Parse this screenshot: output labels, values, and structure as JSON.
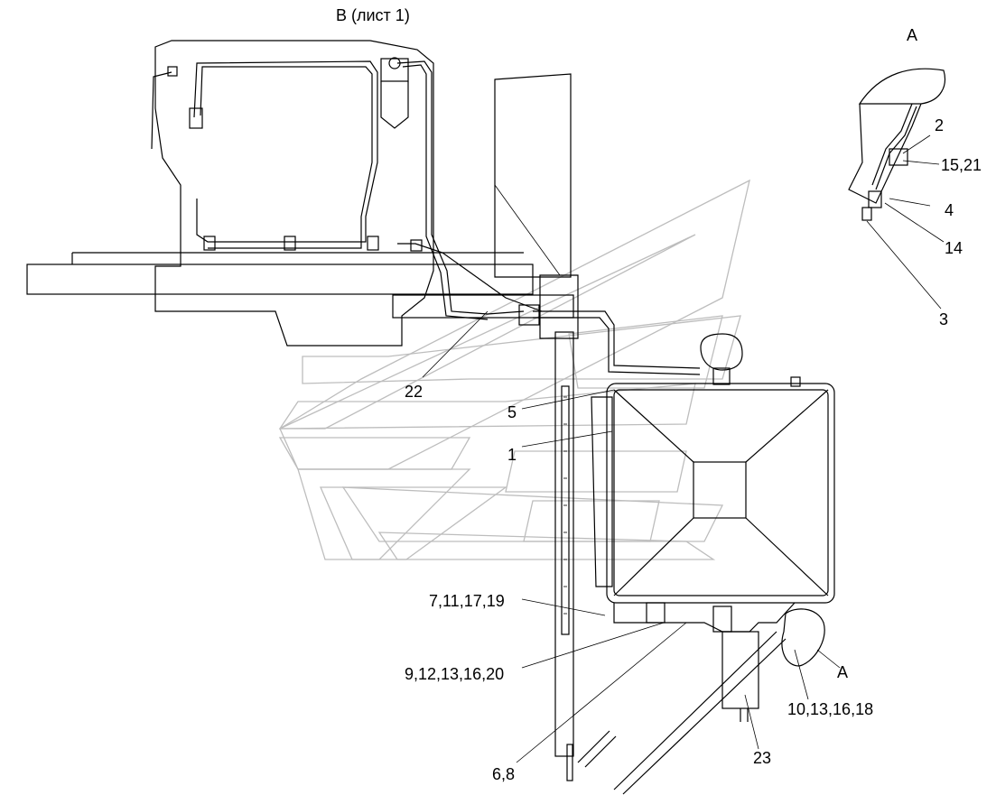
{
  "view_title": "В (лист 1)",
  "detail_title": "А",
  "callouts": {
    "c_2": "2",
    "c_15_21": "15,21",
    "c_4": "4",
    "c_14": "14",
    "c_3": "3",
    "c_22": "22",
    "c_5": "5",
    "c_1": "1",
    "c_7_11_17_19": "7,11,17,19",
    "c_9_12_13_16_20": "9,12,13,16,20",
    "c_A": "А",
    "c_10_13_16_18": "10,13,16,18",
    "c_23": "23",
    "c_6_8": "6,8"
  }
}
